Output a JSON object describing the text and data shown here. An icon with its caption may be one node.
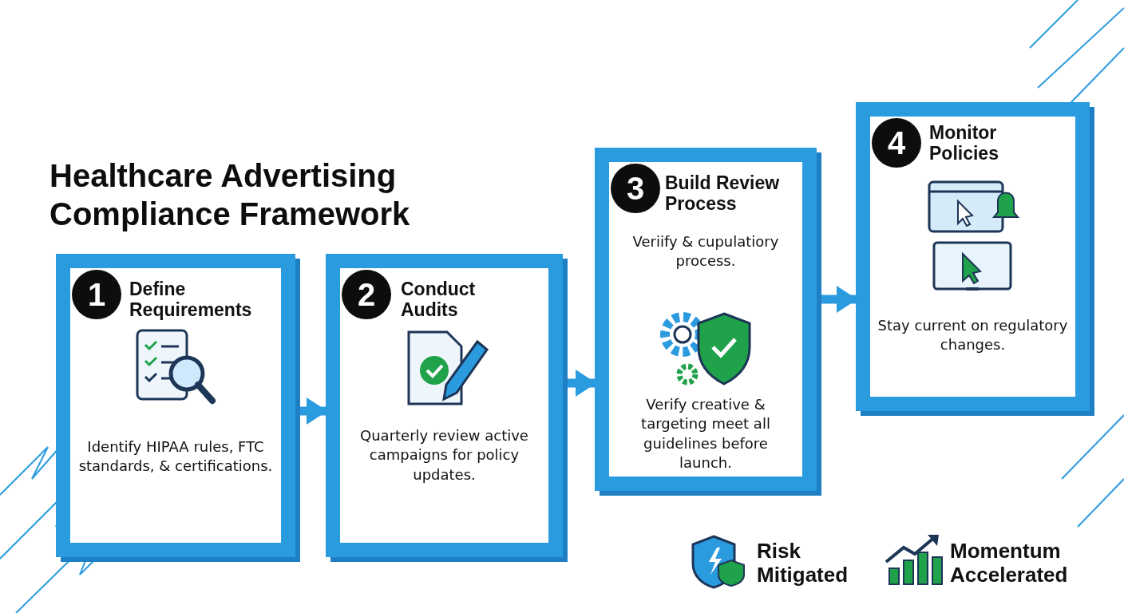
{
  "diagram": {
    "title": "Healthcare Advertising Compliance Framework",
    "nodes": [
      {
        "text": [
          "1",
          "Define Requirements",
          "Identify HIPAA rules, FTC standards, & certifications."
        ]
      },
      {
        "text": [
          "2",
          "Conduct Audits",
          "Quarterly review active campaigns for policy updates."
        ]
      },
      {
        "text": [
          "3",
          "Build Review Process",
          "Veriify & cupulatiory process.",
          "Verify creative & targeting meet all guidelines before launch."
        ]
      },
      {
        "text": [
          "4",
          "Monitor Policies",
          "Stay current on regulatory changes."
        ]
      }
    ],
    "edges": [
      {
        "from": 0,
        "to": 1,
        "arrow": "to"
      },
      {
        "from": 1,
        "to": 2,
        "arrow": "to"
      },
      {
        "from": 2,
        "to": 3,
        "arrow": "to"
      }
    ],
    "labels": [
      "Risk Mitigated",
      "Momentum Accelerated"
    ]
  }
}
